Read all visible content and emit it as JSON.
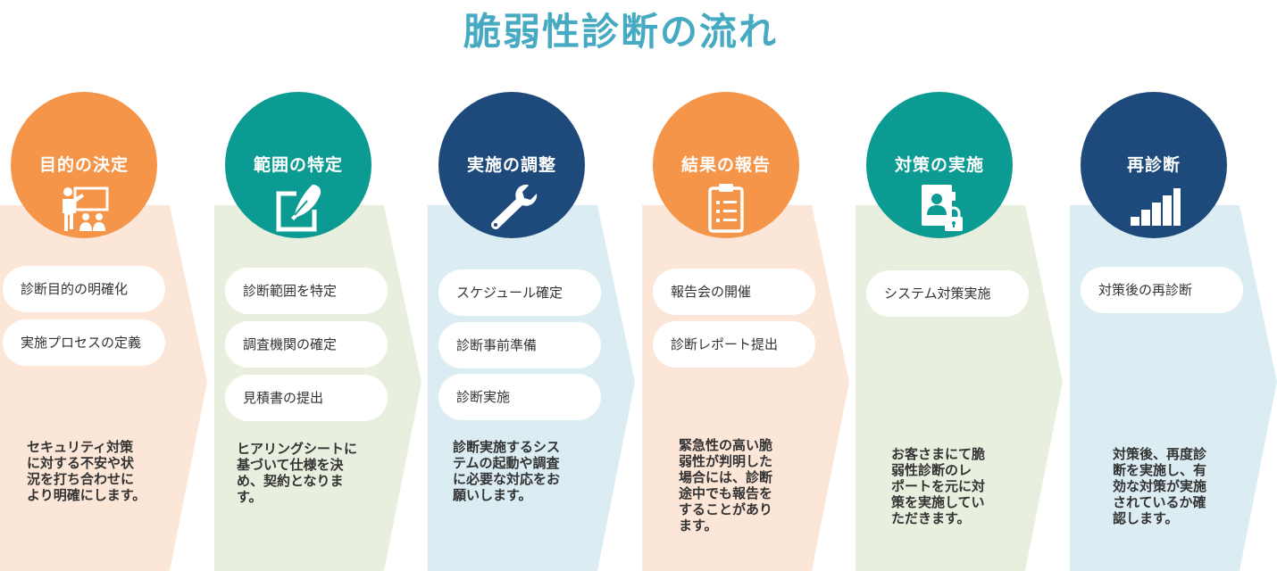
{
  "title": "脆弱性診断の流れ",
  "steps": [
    {
      "title": "目的の決定",
      "icon": "presentation-icon",
      "items": [
        "診断目的の明確化",
        "実施プロセスの定義"
      ],
      "desc": "セキュリティ対策\nに対する不安や状\n況を打ち合わせに\nより明確にします。",
      "circle_color": "#f5954a",
      "band_color": "#fce6d7"
    },
    {
      "title": "範囲の特定",
      "icon": "edit-icon",
      "items": [
        "診断範囲を特定",
        "調査機関の確定",
        "見積書の提出"
      ],
      "desc": "ヒアリングシートに\n基づいて仕様を決\nめ、契約となりま\nす。",
      "circle_color": "#0c9b93",
      "band_color": "#e9efde"
    },
    {
      "title": "実施の調整",
      "icon": "wrench-icon",
      "items": [
        "スケジュール確定",
        "診断事前準備",
        "診断実施"
      ],
      "desc": "診断実施するシス\nテムの起動や調査\nに必要な対応をお\n願いします。",
      "circle_color": "#1e4a7b",
      "band_color": "#dbedf3"
    },
    {
      "title": "結果の報告",
      "icon": "clipboard-icon",
      "items": [
        "報告会の開催",
        "診断レポート提出"
      ],
      "desc": "緊急性の高い脆\n弱性が判明した\n場合には、診断\n途中でも報告を\nすることがあり\nます。",
      "circle_color": "#f5954a",
      "band_color": "#fce6d7"
    },
    {
      "title": "対策の実施",
      "icon": "user-lock-icon",
      "items": [
        "システム対策実施"
      ],
      "desc": "お客さまにて脆\n弱性診断のレ\nポートを元に対\n策を実施してい\nただきます。",
      "circle_color": "#0c9b93",
      "band_color": "#e9efde"
    },
    {
      "title": "再診断",
      "icon": "bar-chart-icon",
      "items": [
        "対策後の再診断"
      ],
      "desc": "対策後、再度診\n断を実施し、有\n効な対策が実施\nされているか確\n認します。",
      "circle_color": "#1e4a7b",
      "band_color": "#dbedf3"
    }
  ]
}
